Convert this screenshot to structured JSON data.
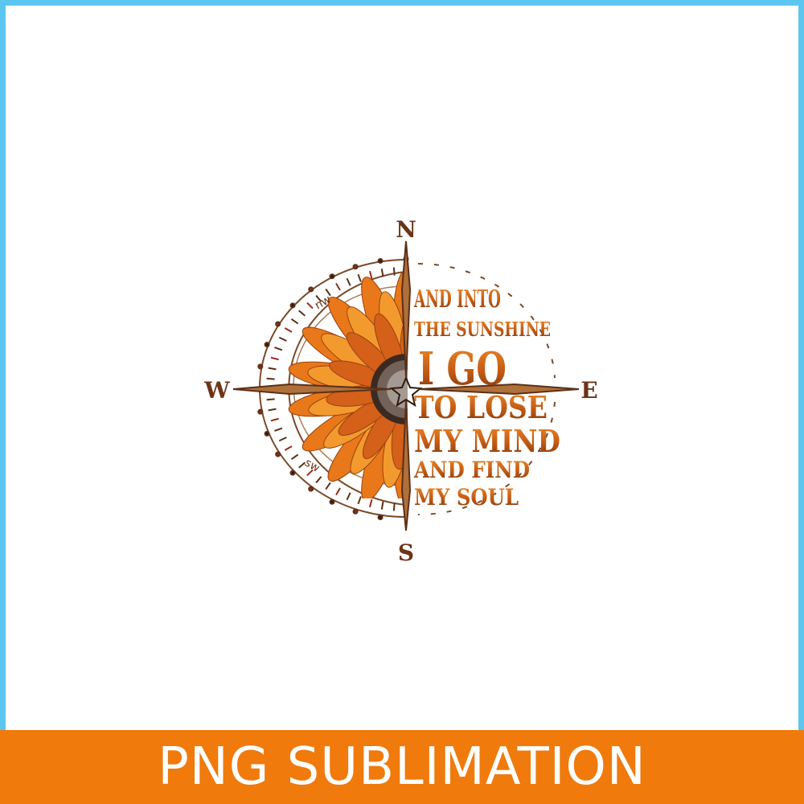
{
  "artwork": {
    "compass": {
      "north": "N",
      "south": "S",
      "east": "E",
      "west": "W",
      "northwest": "nw",
      "southwest": "sw"
    },
    "quote_lines": [
      "AND INTO",
      "THE SUNSHINE",
      "I GO",
      "TO LOSE",
      "MY MIND",
      "AND FIND",
      "MY SOUL"
    ],
    "colors": {
      "frame_border": "#5cc6f0",
      "banner_bg": "#f07a0c",
      "text_dark": "#6b3516",
      "petal_orange": "#e8781a"
    }
  },
  "banner": {
    "label": "PNG SUBLIMATION"
  }
}
